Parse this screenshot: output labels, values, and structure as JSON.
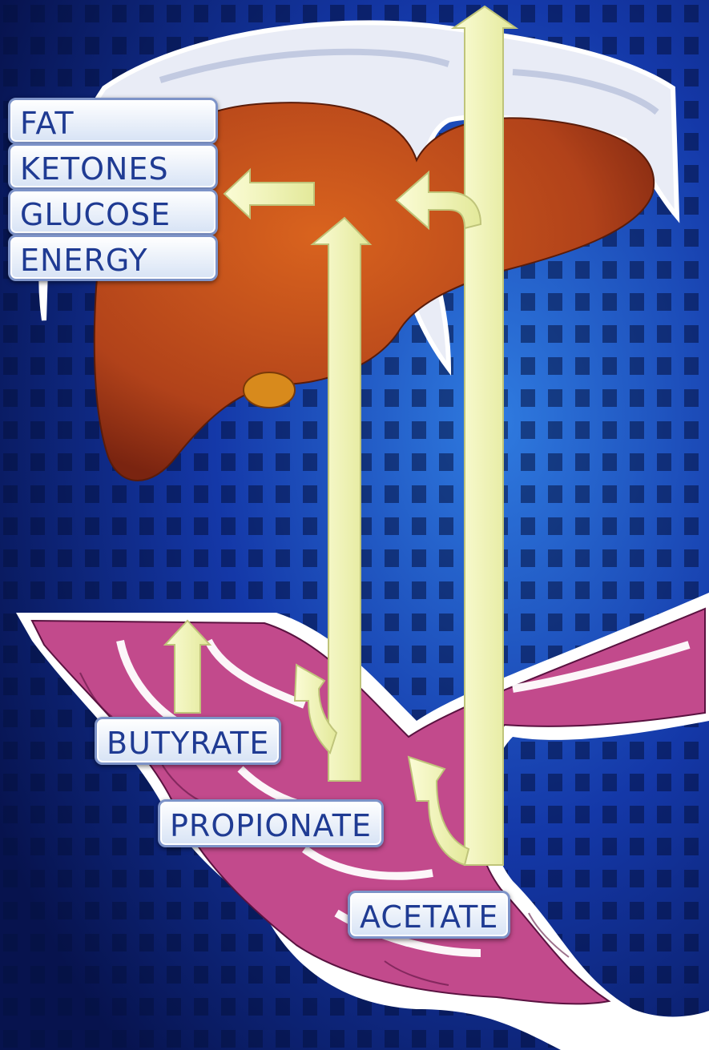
{
  "liver_outputs": [
    "FAT",
    "KETONES",
    "GLUCOSE",
    "ENERGY"
  ],
  "fatty_acids": {
    "butyrate": "BUTYRATE",
    "propionate": "PROPIONATE",
    "acetate": "ACETATE"
  },
  "colors": {
    "background": "#0a1a6a",
    "liver": "#c0491a",
    "intestine": "#c24a8c",
    "arrow": "#f4f6b4",
    "label_text": "#1f3b93"
  }
}
